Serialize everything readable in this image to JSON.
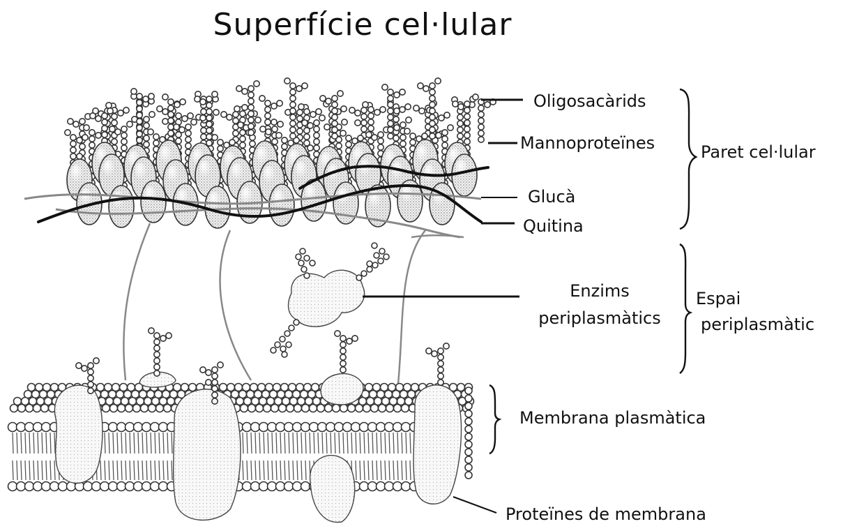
{
  "title": "Superfície cel·lular",
  "labels": {
    "oligosacarids": "Oligosacàrids",
    "mannoproteines": "Mannoproteïnes",
    "gluca": "Glucà",
    "quitina": "Quitina",
    "enzims_line1": "Enzims",
    "enzims_line2": "periplasmàtics",
    "membrana_plasmatica": "Membrana plasmàtica",
    "proteines_membrana": "Proteïnes de membrana"
  },
  "regions": {
    "paret": "Paret cel·lular",
    "espai_line1": "Espai",
    "espai_line2": "periplasmàtic"
  }
}
